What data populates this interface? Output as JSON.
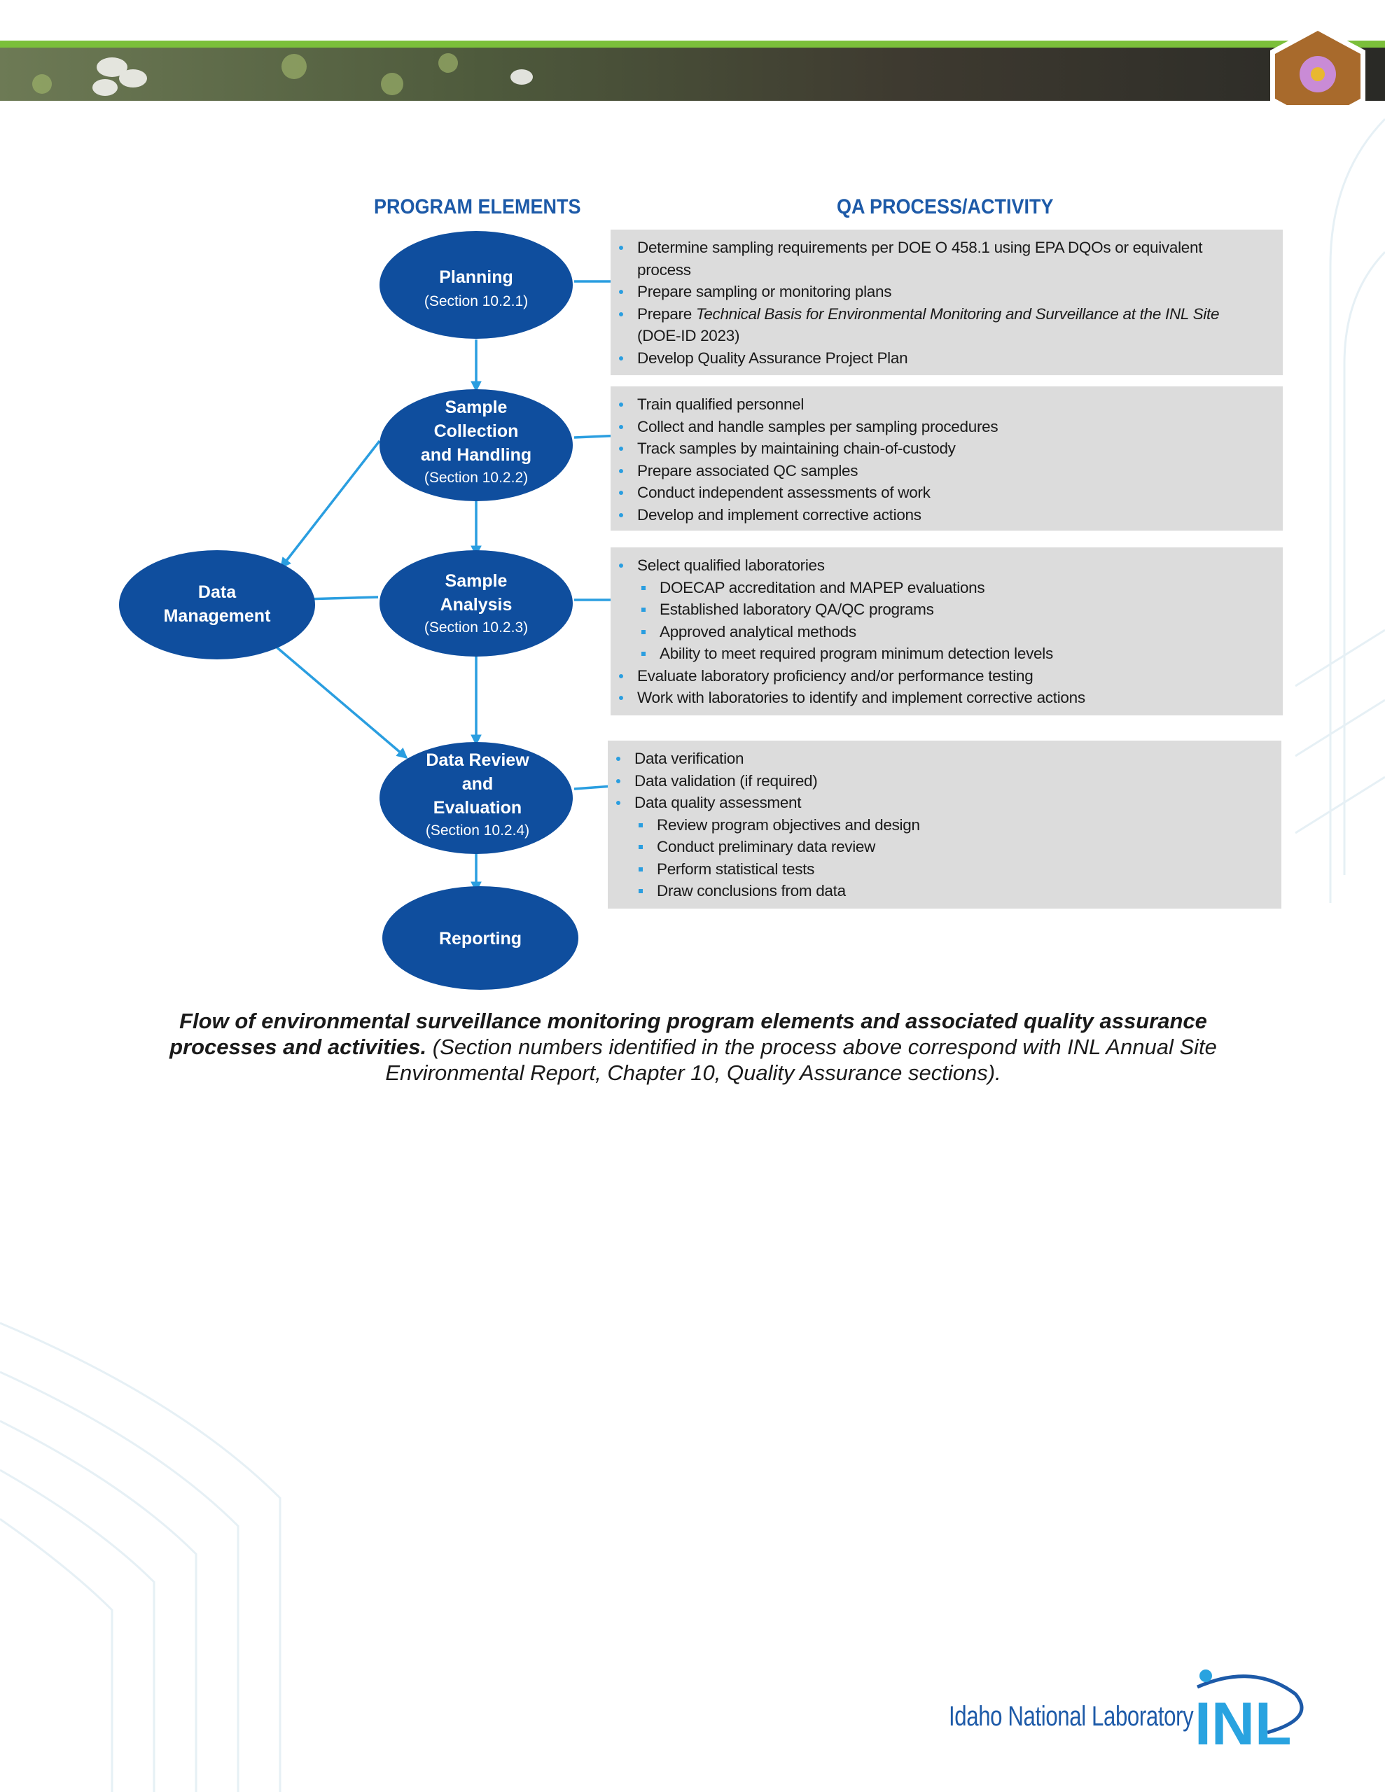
{
  "headings": {
    "program_elements": "PROGRAM ELEMENTS",
    "qa_process": "QA PROCESS/ACTIVITY"
  },
  "nodes": {
    "planning": {
      "title": "Planning",
      "section": "(Section 10.2.1)"
    },
    "sample_collection": {
      "title_1": "Sample",
      "title_2": "Collection",
      "title_3": "and Handling",
      "section": "(Section 10.2.2)"
    },
    "sample_analysis": {
      "title_1": "Sample",
      "title_2": "Analysis",
      "section": "(Section 10.2.3)"
    },
    "data_management": {
      "title_1": "Data",
      "title_2": "Management"
    },
    "data_review": {
      "title_1": "Data Review",
      "title_2": "and",
      "title_3": "Evaluation",
      "section": "(Section 10.2.4)"
    },
    "reporting": {
      "title": "Reporting"
    }
  },
  "panels": {
    "planning": [
      "Determine sampling requirements per DOE O 458.1 using EPA DQOs or equivalent",
      "process",
      "Prepare sampling or monitoring plans",
      "Prepare",
      "Technical Basis for Environmental Monitoring and Surveillance at the INL Site",
      "(DOE-ID 2023)",
      "Develop Quality Assurance Project Plan"
    ],
    "collection": [
      "Train qualified personnel",
      "Collect and handle samples per sampling procedures",
      "Track samples by maintaining chain-of-custody",
      "Prepare associated QC samples",
      "Conduct independent assessments of work",
      "Develop and implement corrective actions"
    ],
    "analysis": [
      "Select qualified laboratories",
      "DOECAP accreditation and MAPEP evaluations",
      "Established laboratory QA/QC programs",
      "Approved analytical methods",
      "Ability to meet required program minimum detection levels",
      "Evaluate laboratory proficiency and/or performance testing",
      "Work with laboratories to identify and implement corrective actions"
    ],
    "review": [
      "Data verification",
      "Data validation (if required)",
      "Data quality assessment",
      "Review program objectives and design",
      "Conduct preliminary data review",
      "Perform statistical tests",
      "Draw conclusions from data"
    ]
  },
  "caption": {
    "bold": "Flow of environmental surveillance monitoring program elements and associated quality assurance processes and activities.",
    "italic": "(Section numbers identified in the process above correspond with INL Annual Site Environmental Report, Chapter 10, Quality Assurance sections)."
  },
  "logo": {
    "text": "Idaho National Laboratory",
    "mark": "INL"
  },
  "colors": {
    "node": "#0f4e9e",
    "arrow": "#2a9ee0",
    "heading": "#1d5aa8",
    "panel": "#dcdcdc",
    "banner_stripe": "#7bbf3a"
  }
}
